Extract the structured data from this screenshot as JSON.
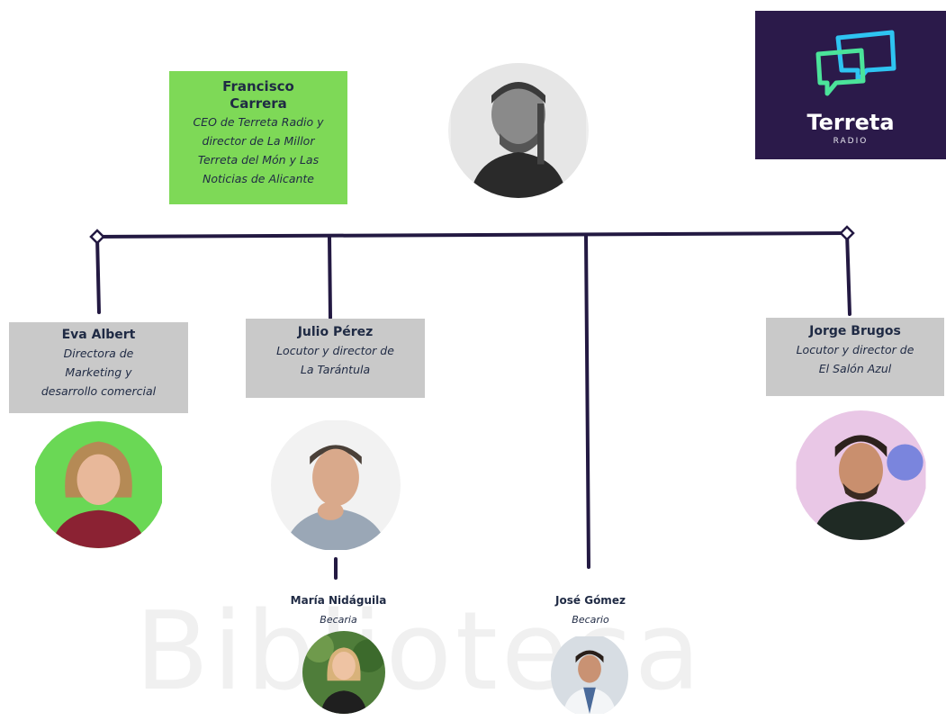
{
  "brand": {
    "name": "Terreta",
    "sub": "RADIO",
    "colors": {
      "background": "#2b1a4a",
      "accent_blue": "#2ec4f1",
      "accent_green": "#4be39a"
    }
  },
  "watermark": {
    "text": "Biblioteca"
  },
  "colors": {
    "line": "#231942",
    "green_box": "#7ed957",
    "gray_box": "#c9c9c9",
    "text": "#1f2a44"
  },
  "ceo": {
    "name": "Francisco\nCarrera",
    "role": "CEO de Terreta Radio y\ndirector de La Millor\nTerreta del Món y Las\nNoticias de Alicante",
    "photo_icon": "portrait-photo"
  },
  "members": [
    {
      "name": "Eva Albert",
      "role": "Directora  de\nMarketing y\ndesarrollo comercial",
      "photo_icon": "portrait-photo"
    },
    {
      "name": "Julio Pérez",
      "role": "Locutor y director de\nLa Tarántula",
      "photo_icon": "portrait-photo"
    },
    {
      "name": "Jorge Brugos",
      "role": "Locutor y director de\nEl Salón Azul",
      "photo_icon": "portrait-photo"
    }
  ],
  "interns": [
    {
      "name": "María Nidáguila",
      "role": "Becaria",
      "photo_icon": "portrait-photo"
    },
    {
      "name": "José Gómez",
      "role": "Becario",
      "photo_icon": "portrait-photo"
    }
  ]
}
